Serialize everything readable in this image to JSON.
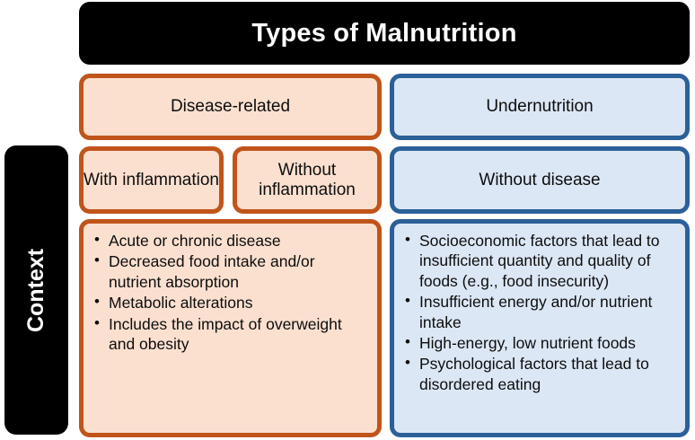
{
  "title": {
    "text": "Types of Malnutrition"
  },
  "context_bar": {
    "label": "Context"
  },
  "columns": {
    "left": {
      "accent_color": "#C0541A",
      "fill_color": "#FBE0D0",
      "heading": "Disease-related",
      "subtypes": [
        "With inflammation",
        "Without inflammation"
      ],
      "details": [
        "Acute or chronic disease",
        "Decreased food intake and/or nutrient absorption",
        "Metabolic alterations",
        "Includes the impact of overweight and obesity"
      ]
    },
    "right": {
      "accent_color": "#2B6099",
      "fill_color": "#DCE7F5",
      "heading": "Undernutrition",
      "subtypes": [
        "Without disease"
      ],
      "details": [
        "Socioeconomic factors that lead to insufficient  quantity and quality of foods (e.g., food insecurity)",
        "Insufficient energy and/or nutrient intake",
        "High-energy, low nutrient foods",
        "Psychological factors that lead to disordered eating"
      ]
    }
  },
  "colors": {
    "title_background": "#000000",
    "title_text": "#FFFFFF",
    "context_background": "#000000",
    "context_text": "#FFFFFF",
    "body_text": "#0D0D0D",
    "page_background": "#FFFFFF"
  }
}
